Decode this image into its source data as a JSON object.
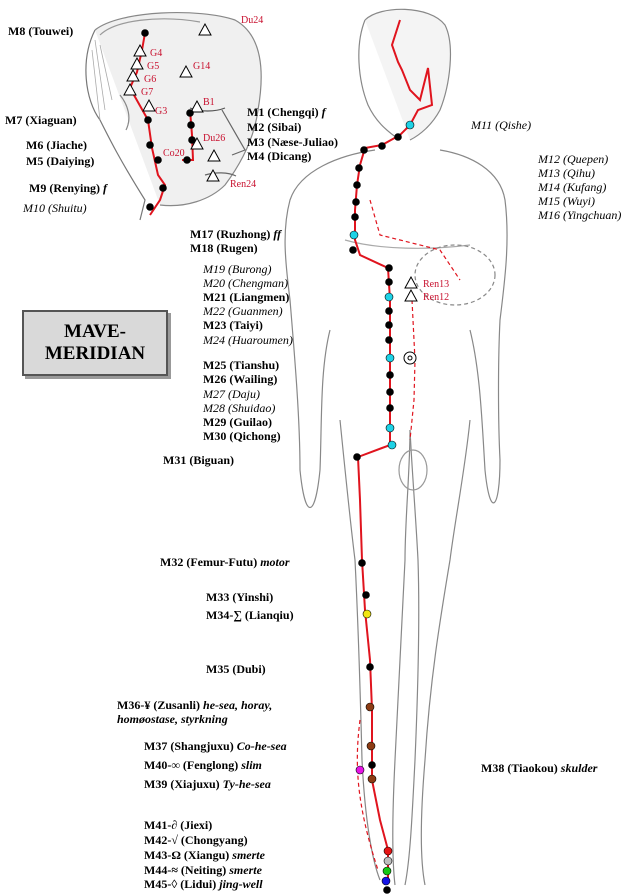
{
  "title": {
    "line1": "MAVE-",
    "line2": "MERIDIAN"
  },
  "head_labels": {
    "m8": "M8 (Touwei)",
    "du24": "Du24",
    "g4": "G4",
    "g5": "G5",
    "g6": "G6",
    "g7": "G7",
    "g14": "G14",
    "g3": "G3",
    "b1": "B1",
    "du26": "Du26",
    "co20": "Co20",
    "ren24": "Ren24",
    "m7": "M7 (Xiaguan)",
    "m6": "M6 (Jiache)",
    "m5": "M5 (Daiying)",
    "m9": "M9 (Renying)",
    "m9_suffix": "f",
    "m10": "M10 (Shuitu)",
    "m1": "M1 (Chengqi)",
    "m1_suffix": "f",
    "m2": "M2 (Sibai)",
    "m3": "M3 (Næse-Juliao)",
    "m4": "M4 (Dicang)"
  },
  "body_labels": {
    "m11": "M11 (Qishe)",
    "m12": "M12 (Quepen)",
    "m13": "M13 (Qihu)",
    "m14": "M14 (Kufang)",
    "m15": "M15 (Wuyi)",
    "m16": "M16 (Yingchuan)",
    "m17": "M17 (Ruzhong)",
    "m17_suffix": "ff",
    "m18": "M18 (Rugen)",
    "m19": "M19 (Burong)",
    "m20": "M20 (Chengman)",
    "m21": "M21 (Liangmen)",
    "m22": "M22 (Guanmen)",
    "m23": "M23 (Taiyi)",
    "m24": "M24 (Huaroumen)",
    "m25": "M25 (Tianshu)",
    "m26": "M26 (Wailing)",
    "m27": "M27 (Daju)",
    "m28": "M28 (Shuidao)",
    "m29": "M29 (Guilao)",
    "m30": "M30 (Qichong)",
    "ren13": "Ren13",
    "ren12": "Ren12",
    "m31": "M31 (Biguan)",
    "m32": "M32 (Femur-Futu)",
    "m32_suffix": "motor",
    "m33": "M33 (Yinshi)",
    "m34": "M34-∑ (Lianqiu)",
    "m35": "M35 (Dubi)",
    "m36": "M36-¥ (Zusanli)",
    "m36_suffix_1": "he-sea, horay,",
    "m36_suffix_2": "homøostase, styrkning",
    "m37": "M37 (Shangjuxu)",
    "m37_suffix": "Co-he-sea",
    "m40": "M40-∞ (Fenglong)",
    "m40_suffix": "slim",
    "m39": "M39 (Xiajuxu)",
    "m39_suffix": "Ty-he-sea",
    "m38": "M38 (Tiaokou)",
    "m38_suffix": "skulder",
    "m41": "M41-∂ (Jiexi)",
    "m42": "M42-√ (Chongyang)",
    "m43": "M43-Ω (Xiangu)",
    "m43_suffix": "smerte",
    "m44": "M44-≈ (Neiting)",
    "m44_suffix": "smerte",
    "m45": "M45-◊ (Lidui)",
    "m45_suffix": "jing-well"
  },
  "colors": {
    "meridian_line": "#e0141e",
    "point_black": "#000000",
    "point_cyan": "#1ed2e6",
    "point_yellow": "#f0e614",
    "point_brown": "#8c3c14",
    "point_magenta": "#e614e6",
    "point_red": "#e61414",
    "point_grey": "#bebebe",
    "point_green": "#14c814",
    "point_blue": "#1414e6",
    "label_red": "#c8102e"
  }
}
